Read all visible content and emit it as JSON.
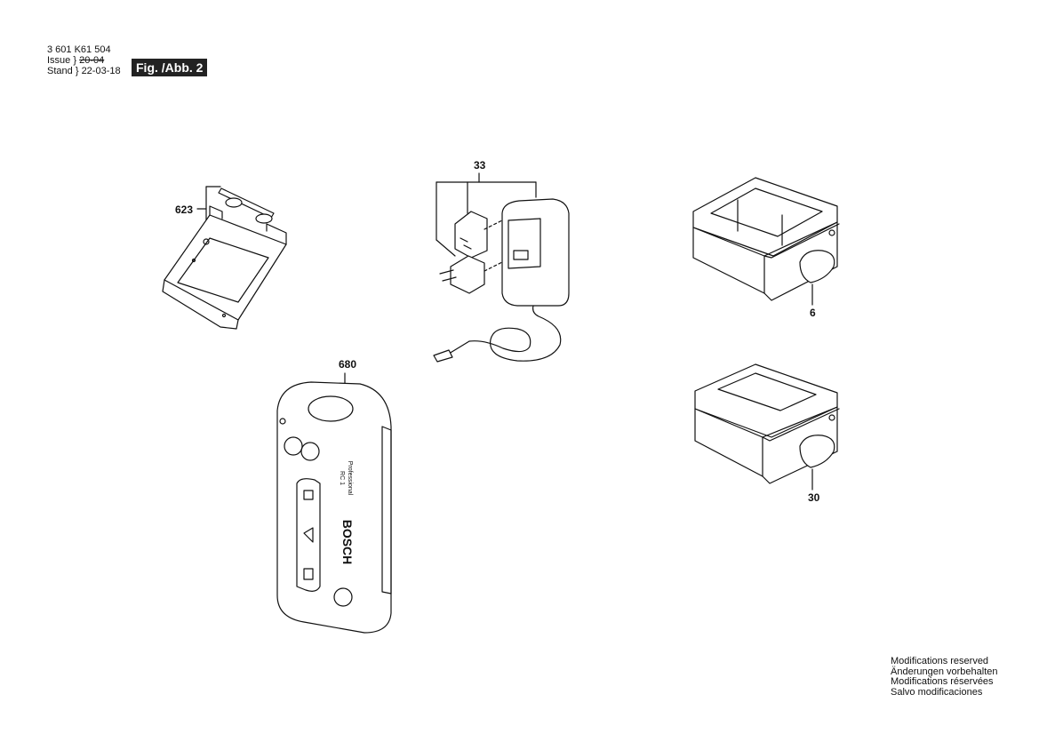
{
  "header": {
    "part_number": "3 601 K61 504",
    "issue_label": "Issue",
    "issue_value": "20-04",
    "stand_label": "Stand",
    "stand_value": "22-03-18",
    "figure": "Fig. /Abb. 2"
  },
  "callouts": {
    "c623": "623",
    "c33": "33",
    "c6": "6",
    "c680": "680",
    "c30": "30"
  },
  "remote_label": {
    "brand": "BOSCH",
    "model": "RC 1",
    "line": "Professional"
  },
  "footer": [
    "Modifications reserved",
    "Änderungen vorbehalten",
    "Modifications réservées",
    "Salvo modificaciones"
  ]
}
